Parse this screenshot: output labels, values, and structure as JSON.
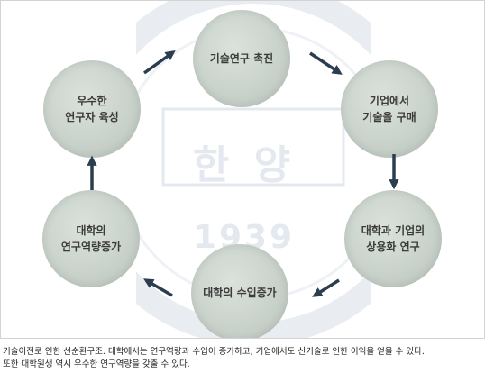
{
  "diagram": {
    "nodes": [
      {
        "id": "tech-research-promotion",
        "label": "기술연구 촉진"
      },
      {
        "id": "tech-purchase",
        "label": "기업에서\n기술을 구매"
      },
      {
        "id": "commercial-research",
        "label": "대학과 기업의\n상용화 연구"
      },
      {
        "id": "university-revenue",
        "label": "대학의 수입증가"
      },
      {
        "id": "research-capability",
        "label": "대학의\n연구역량증가"
      },
      {
        "id": "researcher-training",
        "label": "우수한\n연구자 육성"
      }
    ]
  },
  "watermark": {
    "text": "한 양",
    "year": "1939"
  },
  "caption": {
    "line1": "기술이전로 인한 선순환구조. 대학에서는 연구역량과 수입이 증가하고, 기업에서도 신기술로 인한 이익을 얻을 수 있다.",
    "line2": "또한 대학원생 역시 우수한 연구역량을 갖출 수 있다."
  },
  "colors": {
    "node_fill": "#c9d2cb",
    "arrow": "#2b3d4f",
    "watermark": "#e4e8ef"
  }
}
